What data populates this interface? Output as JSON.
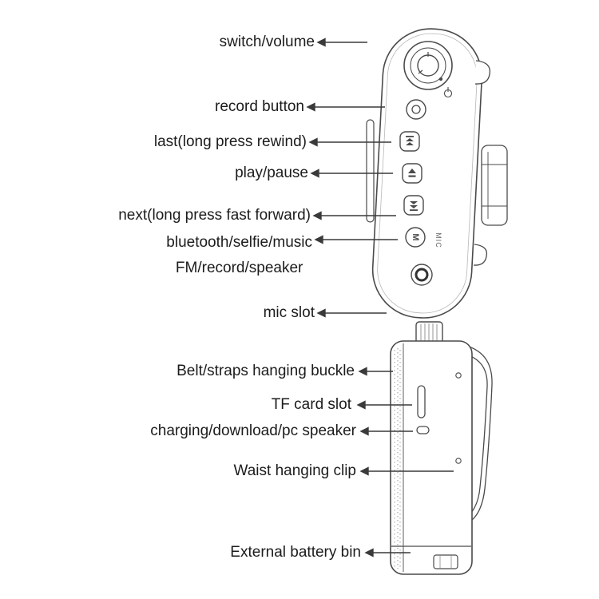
{
  "labels": {
    "switch_volume": "switch/volume",
    "record_button": "record button",
    "last_button": "last(long press rewind)",
    "play_pause": "play/pause",
    "next_button": "next(long press fast forward)",
    "bt_line1": "bluetooth/selfie/music",
    "bt_line2": "FM/record/speaker",
    "mic_slot": "mic slot",
    "belt_buckle": "Belt/straps hanging buckle",
    "tf_card_slot": "TF card slot",
    "charging": "charging/download/pc speaker",
    "waist_clip": "Waist hanging clip",
    "battery_bin": "External battery bin"
  },
  "device_text": {
    "mic": "MIC",
    "m": "M"
  },
  "colors": {
    "line": "#4a4a4a",
    "arrow": "#3a3a3a",
    "text": "#1c1c1c",
    "background": "#ffffff"
  }
}
